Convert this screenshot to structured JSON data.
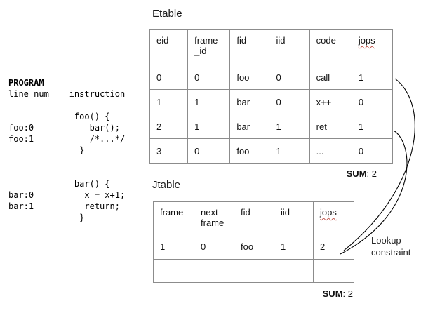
{
  "colors": {
    "background": "#ffffff",
    "table_border": "#8c8c8c",
    "curve": "#000000",
    "spellcheck_squiggle": "#c1554a"
  },
  "program": {
    "title": "PROGRAM",
    "code": "line num    instruction\n\n             foo() {\nfoo:0           bar();\nfoo:1           /*...*/\n              }\n\n\n             bar() {\nbar:0          x = x+1;\nbar:1          return;\n              }"
  },
  "etable": {
    "title": "Etable",
    "headers": [
      "eid",
      "frame\n_id",
      "fid",
      "iid",
      "code",
      "jops"
    ],
    "rows": [
      [
        "0",
        "0",
        "foo",
        "0",
        "call",
        "1"
      ],
      [
        "1",
        "1",
        "bar",
        "0",
        "x++",
        "0"
      ],
      [
        "2",
        "1",
        "bar",
        "1",
        "ret",
        "1"
      ],
      [
        "3",
        "0",
        "foo",
        "1",
        "...",
        "0"
      ]
    ],
    "sum": {
      "label": "SUM",
      "rest": ": 2"
    }
  },
  "jtable": {
    "title": "Jtable",
    "headers": [
      "frame",
      "next\nframe",
      "fid",
      "iid",
      "jops"
    ],
    "rows": [
      [
        "1",
        "0",
        "foo",
        "1",
        "2"
      ],
      [
        "",
        "",
        "",
        "",
        ""
      ]
    ],
    "sum": {
      "label": "SUM",
      "rest": ": 2"
    }
  },
  "annotation": {
    "lookup_line1": "Lookup",
    "lookup_line2": "constraint"
  }
}
